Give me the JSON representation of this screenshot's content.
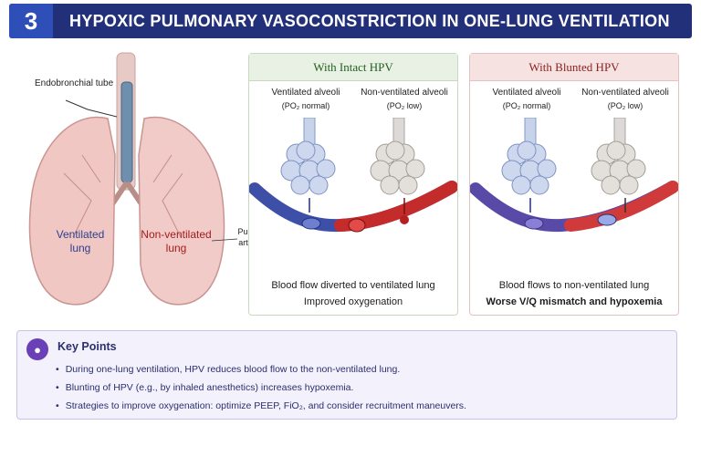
{
  "header": {
    "number": "3",
    "title": "HYPOXIC PULMONARY VASOCONSTRICTION IN ONE-LUNG VENTILATION"
  },
  "illustration": {
    "endobronchial_label": "Endobronchial tube",
    "ventilated_lung_label": "Ventilated lung",
    "nonventilated_lung_label": "Non-ventilated lung",
    "pulmonary_label": "Pulmonary artery flow"
  },
  "panels": {
    "intact": {
      "title": "With Intact HPV",
      "left_col": "Ventilated alveoli",
      "left_sub": "(PO₂ normal)",
      "right_col": "Non-ventilated alveoli",
      "right_sub": "(PO₂ low)",
      "caption1": "Blood flow diverted to ventilated lung",
      "caption2": "Improved oxygenation"
    },
    "blunted": {
      "title": "With Blunted HPV",
      "left_col": "Ventilated alveoli",
      "left_sub": "(PO₂ normal)",
      "right_col": "Non-ventilated alveoli",
      "right_sub": "(PO₂ low)",
      "caption1": "Blood flows to non-ventilated lung",
      "caption2": "Worse V/Q mismatch and hypoxemia"
    }
  },
  "key_points": {
    "title": "Key Points",
    "items": [
      "During one-lung ventilation, HPV reduces blood flow to the non-ventilated lung.",
      "Blunting of HPV (e.g., by inhaled anesthetics) increases hypoxemia.",
      "Strategies to improve oxygenation: optimize PEEP, FiO₂, and consider recruitment maneuvers."
    ]
  },
  "colors": {
    "header_bg": "#22307a",
    "ventilated_lung": "#2a3f8f",
    "nonventilated_lung": "#a61c1c",
    "intact_accent": "#1f5e1f",
    "blunted_accent": "#8c1f1f"
  }
}
